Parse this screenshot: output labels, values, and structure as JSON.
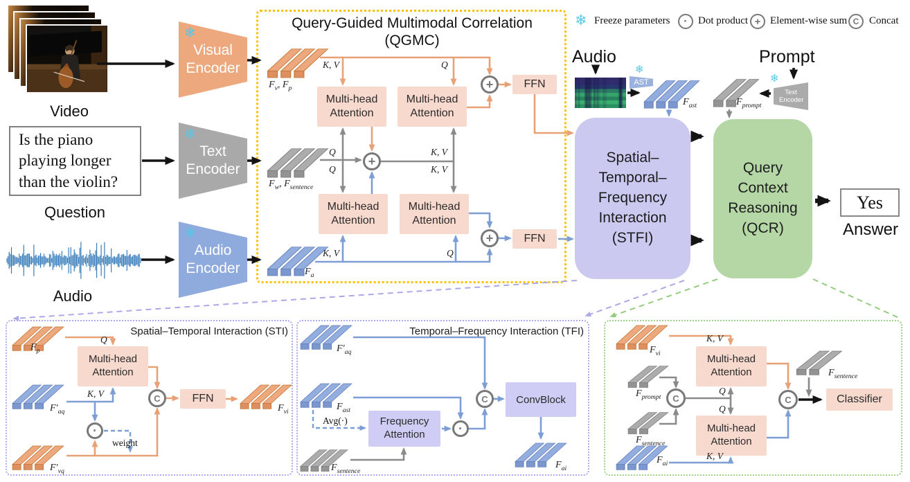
{
  "common": {
    "mha": "Multi-head Attention",
    "ffn": "FFN",
    "kv": "K, V",
    "q": "Q"
  },
  "legend": {
    "freeze": "Freeze parameters",
    "dot": "Dot product",
    "sum": "Element-wise sum",
    "concat": "Concat",
    "concat_glyph": "C"
  },
  "inputs": {
    "video_label": "Video",
    "question_lines": [
      "Is the piano",
      "playing longer",
      "than the violin?"
    ],
    "question_label": "Question",
    "audio_label": "Audio"
  },
  "encoders": {
    "visual": "Visual Encoder",
    "text": "Text Encoder",
    "audio": "Audio Encoder",
    "ast": "AST",
    "prompt_text_encoder": "Text Encoder"
  },
  "qgmc": {
    "title": "Query-Guided Multimodal Correlation",
    "subtitle": "(QGMC)",
    "feat_visual": "F_{v}, F_{p}",
    "feat_text": "F_{w}, F_{sentence}",
    "feat_audio": "F_{a}"
  },
  "right": {
    "audio_label": "Audio",
    "prompt_label": "Prompt",
    "feat_ast": "F_{ast}",
    "feat_prompt": "F_{prompt}",
    "stfi_lines": [
      "Spatial–",
      "Temporal–",
      "Frequency",
      "Interaction",
      "(STFI)"
    ],
    "qcr_lines": [
      "Query",
      "Context",
      "Reasoning",
      "(QCR)"
    ],
    "answer_value": "Yes",
    "answer_label": "Answer"
  },
  "sti": {
    "title": "Spatial–Temporal Interaction (STI)",
    "feat_p": "F_{p}",
    "feat_aq": "F′_{aq}",
    "feat_vq": "F′_{vq}",
    "feat_out": "F_{vi}",
    "weight_label": "weight"
  },
  "tfi": {
    "title": "Temporal–Frequency Interaction (TFI)",
    "feat_aq": "F′_{aq}",
    "feat_ast": "F_{ast}",
    "feat_sentence": "F_{sentence}",
    "avg_label": "Avg(·)",
    "freq_attention": "Frequency Attention",
    "convblock": "ConvBlock",
    "feat_out": "F_{ai}"
  },
  "qcr_detail": {
    "feat_vi": "F_{vi}",
    "feat_prompt": "F_{prompt}",
    "feat_sentence": "F_{sentence}",
    "feat_sentence_top": "F_{sentence}",
    "feat_ai": "F_{ai}",
    "classifier": "Classifier"
  },
  "colors": {
    "orange": "#EDA87E",
    "blue": "#93ADDE",
    "gray": "#ACACAC",
    "pink": "#F8D9CE",
    "stfi_purple": "#CBC9F0",
    "qcr_green": "#B5D7A6",
    "qgmc_border": "#FFC000"
  }
}
